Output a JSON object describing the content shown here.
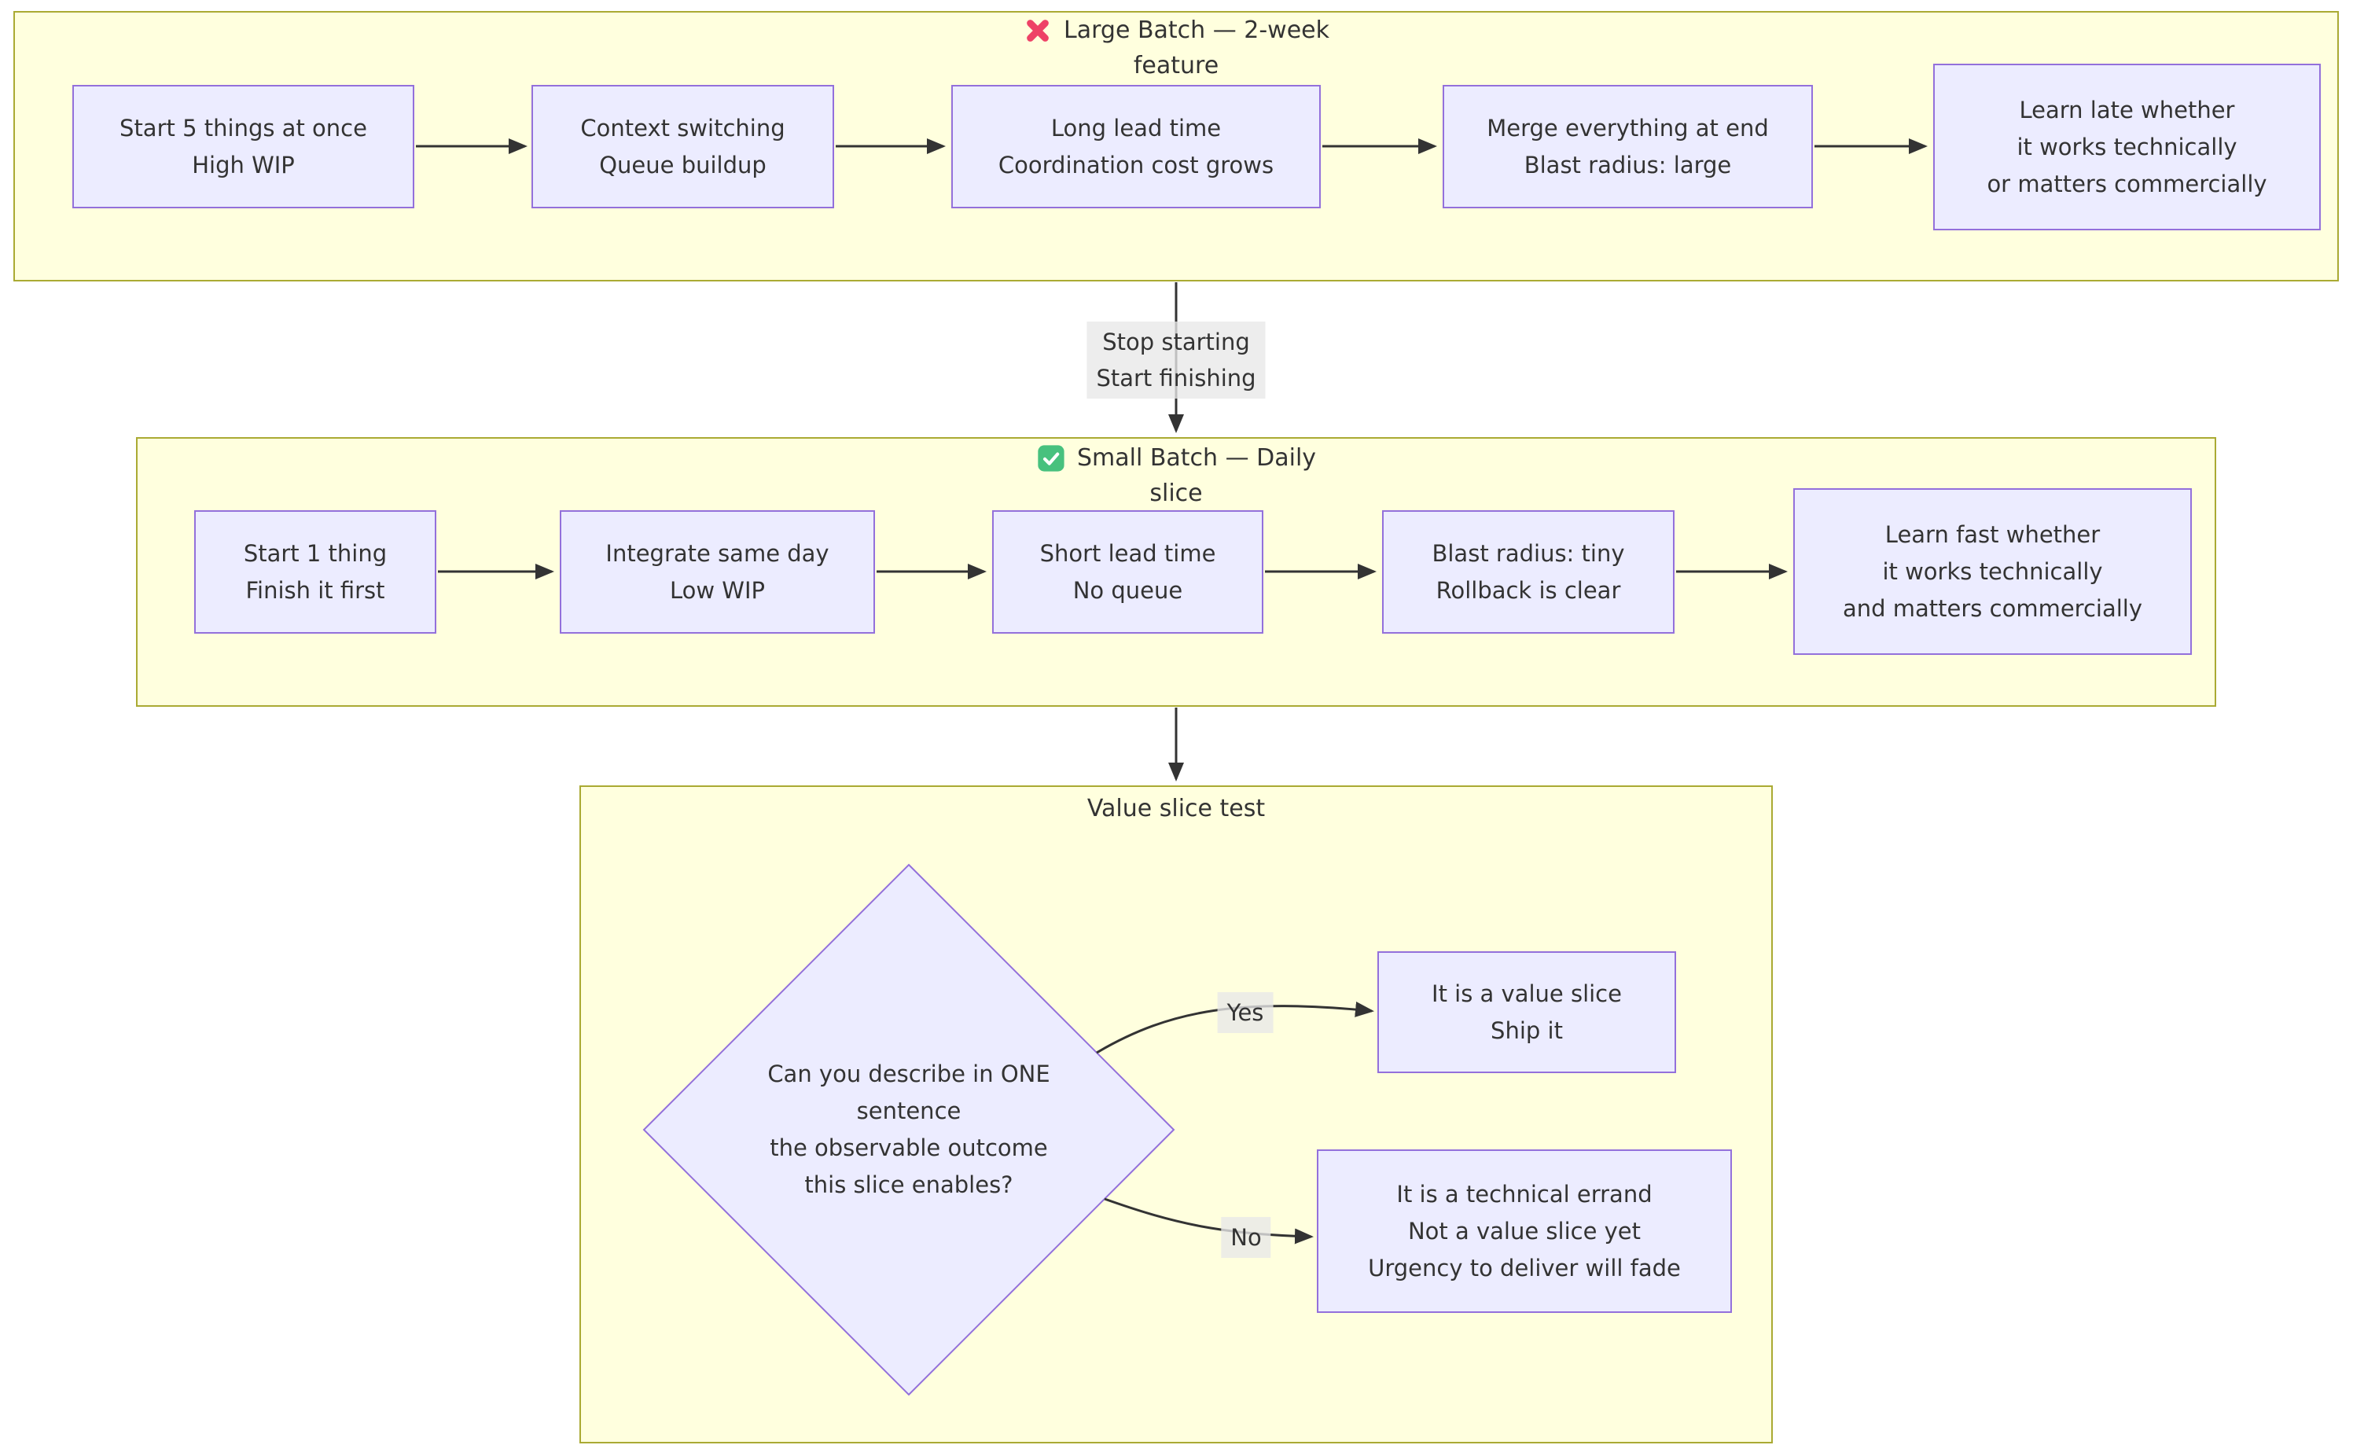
{
  "colors": {
    "section_fill": "#ffffde",
    "section_border": "#aaaa33",
    "node_fill": "#ececff",
    "node_border": "#9370db",
    "edge_line": "#333333",
    "edge_label_bg": "#e8e8e8",
    "text": "#333333",
    "cross_icon": "#ee4266",
    "check_icon_bg": "#47c17e",
    "check_icon_mark": "#ffffff"
  },
  "large_batch": {
    "icon": "cross-mark-icon",
    "title_line1": "Large Batch — 2-week",
    "title_line2": "feature",
    "nodes": [
      {
        "lines": [
          "Start 5 things at once",
          "High WIP"
        ]
      },
      {
        "lines": [
          "Context switching",
          "Queue buildup"
        ]
      },
      {
        "lines": [
          "Long lead time",
          "Coordination cost grows"
        ]
      },
      {
        "lines": [
          "Merge everything at end",
          "Blast radius: large"
        ]
      },
      {
        "lines": [
          "Learn late whether",
          "it works technically",
          "or matters commercially"
        ]
      }
    ]
  },
  "transition": {
    "label_line1": "Stop starting",
    "label_line2": "Start finishing"
  },
  "small_batch": {
    "icon": "check-mark-icon",
    "title_line1": "Small Batch — Daily",
    "title_line2": "slice",
    "nodes": [
      {
        "lines": [
          "Start 1 thing",
          "Finish it first"
        ]
      },
      {
        "lines": [
          "Integrate same day",
          "Low WIP"
        ]
      },
      {
        "lines": [
          "Short lead time",
          "No queue"
        ]
      },
      {
        "lines": [
          "Blast radius: tiny",
          "Rollback is clear"
        ]
      },
      {
        "lines": [
          "Learn fast whether",
          "it works technically",
          "and matters commercially"
        ]
      }
    ]
  },
  "value_test": {
    "title": "Value slice test",
    "decision_lines": [
      "Can you describe in ONE",
      "sentence",
      "the observable outcome",
      "this slice enables?"
    ],
    "yes_label": "Yes",
    "yes_node_lines": [
      "It is a value slice",
      "Ship it"
    ],
    "no_label": "No",
    "no_node_lines": [
      "It is a technical errand",
      "Not a value slice yet",
      "Urgency to deliver will fade"
    ]
  }
}
